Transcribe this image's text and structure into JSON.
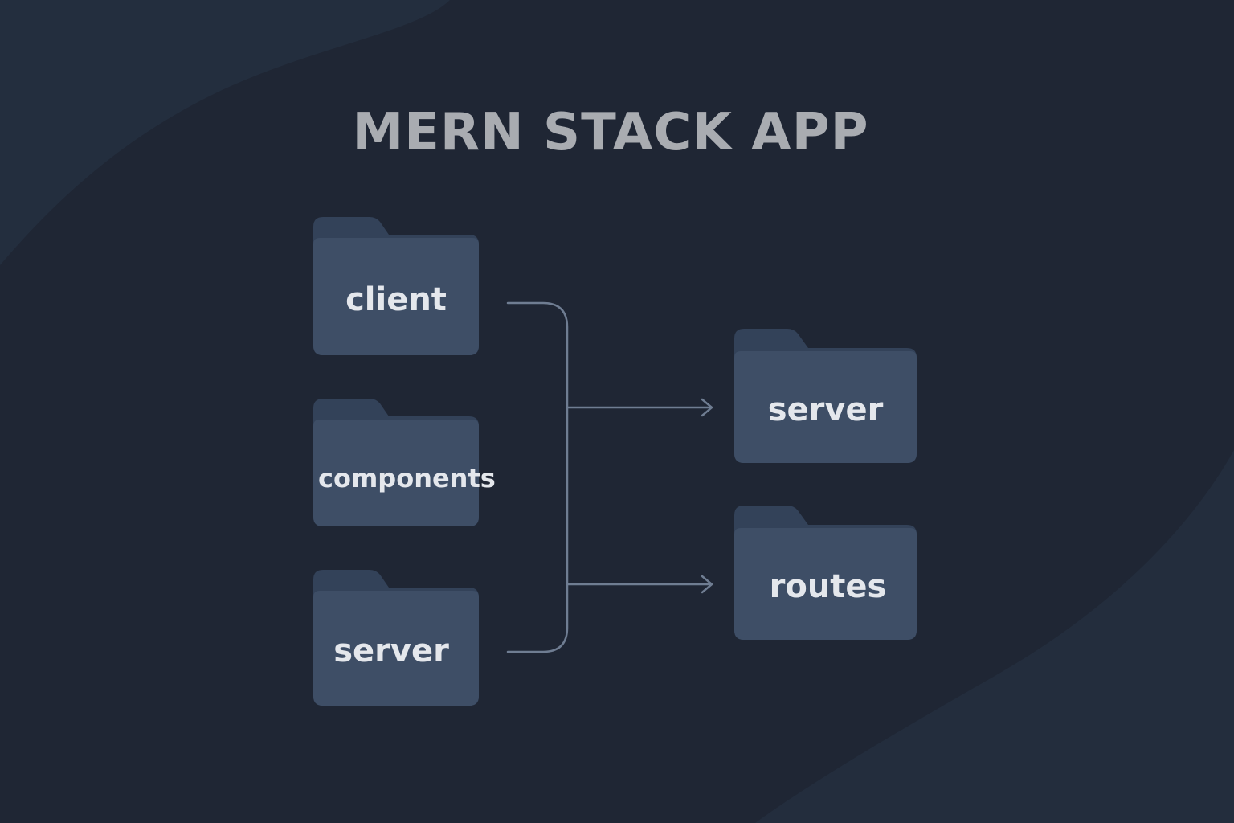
{
  "diagram": {
    "title": "MERN STACK APP",
    "left_folders": [
      {
        "label": "client"
      },
      {
        "label": "components"
      },
      {
        "label": "server"
      }
    ],
    "right_folders": [
      {
        "label": "server"
      },
      {
        "label": "routes"
      }
    ]
  },
  "colors": {
    "background": "#1f2634",
    "folder_body": "#3e4e66",
    "folder_tab": "#334259",
    "connector": "#6f7d92",
    "label": "#e4e7ec",
    "title": "#a9acb1"
  },
  "icons": {
    "folder": "folder-icon",
    "arrow": "arrow-right-icon"
  }
}
